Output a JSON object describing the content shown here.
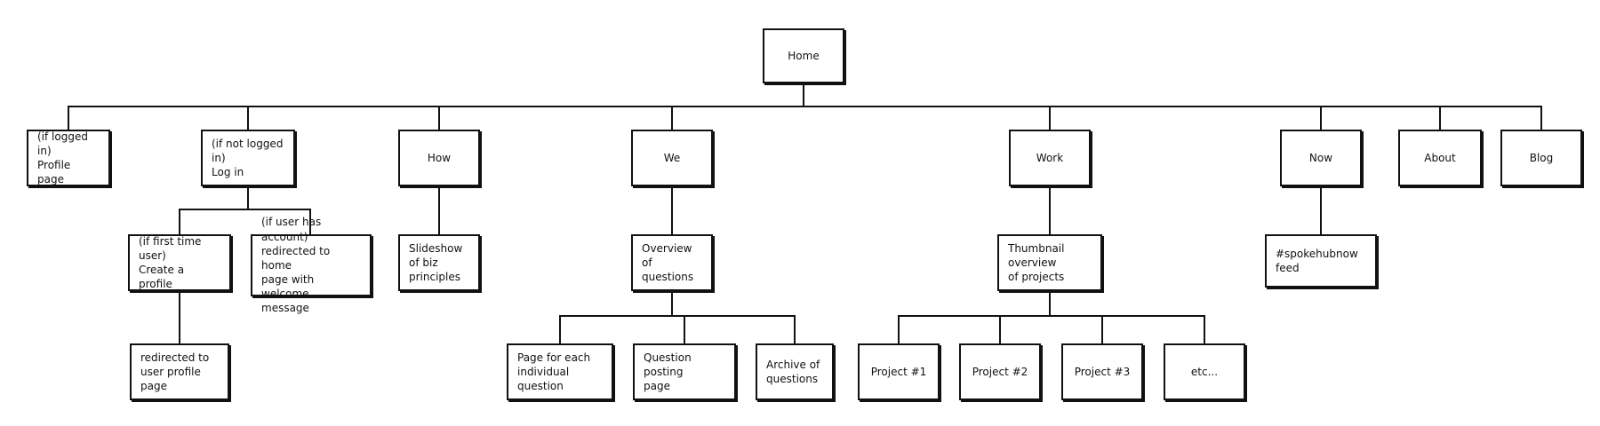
{
  "sitemap": {
    "home": "Home",
    "profile_page": "(if logged in)\nProfile page",
    "log_in": "(if not logged in)\nLog in",
    "how": "How",
    "we": "We",
    "work": "Work",
    "now": "Now",
    "about": "About",
    "blog": "Blog",
    "create_profile": "(if first time user)\nCreate a profile",
    "has_account": "(if user has account)\nredirected to home\npage with welcome\nmessage",
    "user_profile_page": "redirected to\nuser profile page",
    "slideshow": "Slideshow of biz\nprinciples",
    "overview_questions": "Overview of\nquestions",
    "thumbnail_projects": "Thumbnail overview\nof projects",
    "spokehubnow_feed": "#spokehubnow feed",
    "page_each_question": "Page for each\nindividual question",
    "question_posting": "Question posting\npage",
    "archive_questions": "Archive of\nquestions",
    "project_1": "Project #1",
    "project_2": "Project #2",
    "project_3": "Project #3",
    "etc": "etc..."
  }
}
